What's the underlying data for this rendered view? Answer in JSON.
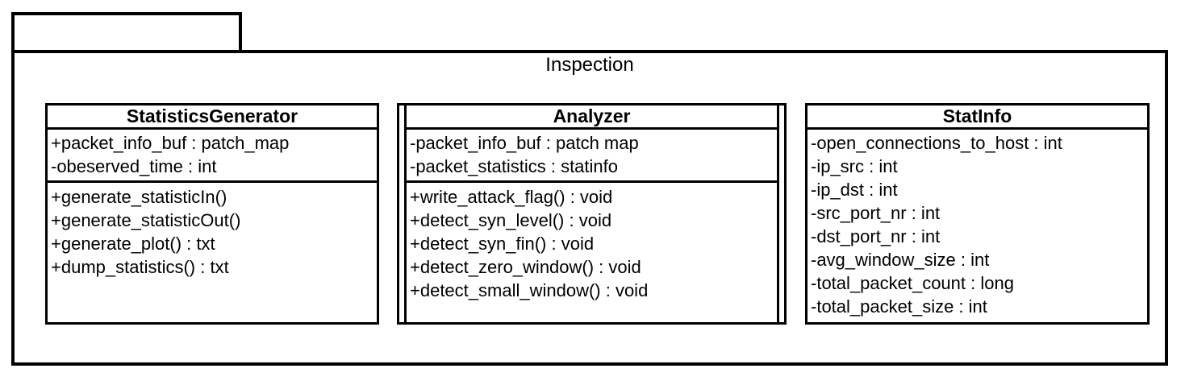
{
  "package": {
    "name": "Inspection"
  },
  "classes": [
    {
      "name": "StatisticsGenerator",
      "stereotype": "class",
      "attributes": [
        "+packet_info_buf : patch_map",
        "-obeserved_time : int"
      ],
      "methods": [
        "+generate_statisticIn()",
        "+generate_statisticOut()",
        "+generate_plot() : txt",
        "+dump_statistics() : txt"
      ]
    },
    {
      "name": "Analyzer",
      "stereotype": "active-class",
      "attributes": [
        "-packet_info_buf : patch map",
        "-packet_statistics : statinfo"
      ],
      "methods": [
        "+write_attack_flag() : void",
        "+detect_syn_level() : void",
        "+detect_syn_fin() : void",
        "+detect_zero_window() : void",
        "+detect_small_window() : void"
      ]
    },
    {
      "name": "StatInfo",
      "stereotype": "class",
      "attributes": [
        "-open_connections_to_host : int",
        "-ip_src : int",
        "-ip_dst : int",
        "-src_port_nr : int",
        "-dst_port_nr : int",
        "-avg_window_size : int",
        "-total_packet_count : long",
        "-total_packet_size : int"
      ],
      "methods": []
    }
  ],
  "colors": {
    "line": "#000000",
    "background": "#ffffff"
  }
}
